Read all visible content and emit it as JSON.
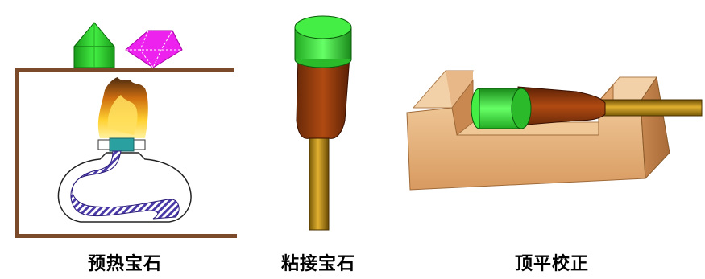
{
  "steps": [
    {
      "label": "预热宝石"
    },
    {
      "label": "粘接宝石"
    },
    {
      "label": "顶平校正"
    }
  ],
  "colors": {
    "gem_green": "#33dd33",
    "gem_magenta": "#ee22ee",
    "shelf_brown": "#7a4a2a",
    "dop_brown": "#8a3a10",
    "rod_gold": "#b8860b",
    "fixture_tan": "#e8bc8c",
    "flame": "#ffcc22",
    "fuel_blue": "#4a3aa8"
  }
}
